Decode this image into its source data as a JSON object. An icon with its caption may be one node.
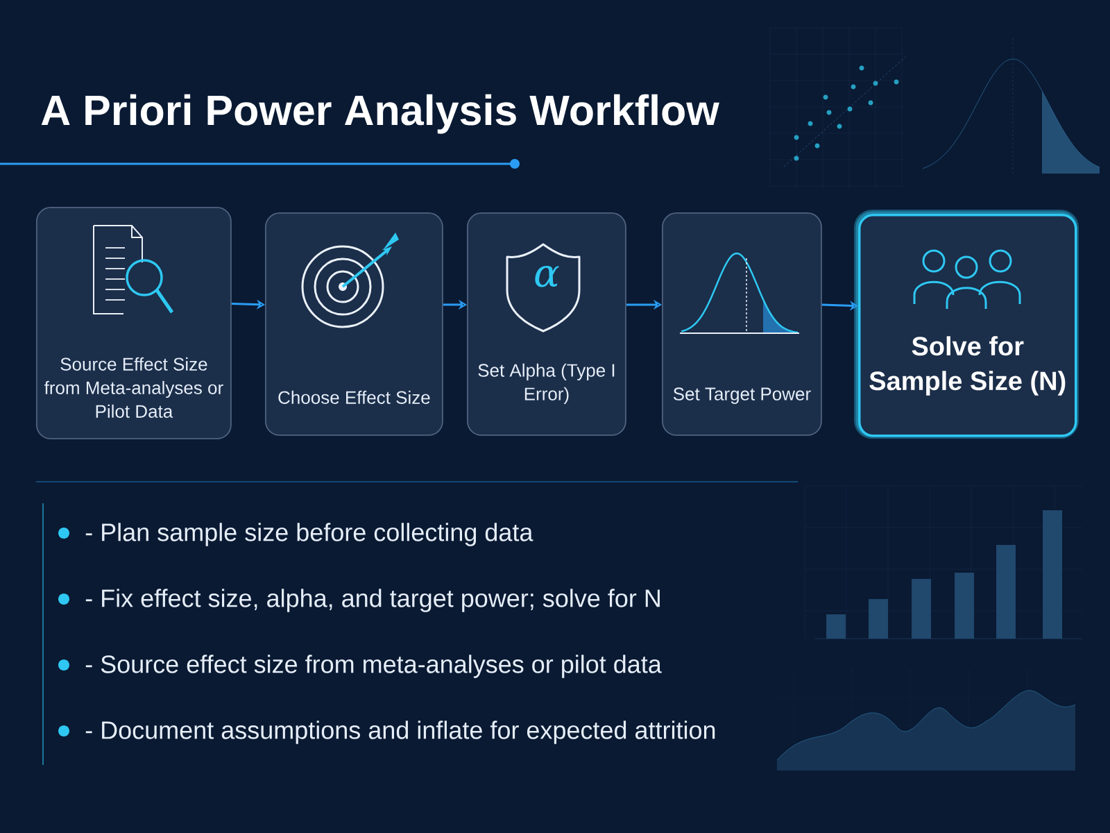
{
  "diagram": {
    "title": "A Priori Power Analysis Workflow",
    "nodes": [
      {
        "text": [
          "Source Effect Size from Meta-analyses or Pilot Data"
        ]
      },
      {
        "text": [
          "Choose Effect Size"
        ]
      },
      {
        "text": [
          "α",
          "Set Alpha (Type I Error)"
        ]
      },
      {
        "text": [
          "Set Target Power"
        ]
      },
      {
        "text": [
          "Solve for Sample Size (N)"
        ]
      }
    ],
    "edges": [
      {
        "from": 0,
        "to": 1,
        "arrow": "to"
      },
      {
        "from": 1,
        "to": 2,
        "arrow": "to"
      },
      {
        "from": 2,
        "to": 3,
        "arrow": "to"
      },
      {
        "from": 3,
        "to": 4,
        "arrow": "to"
      }
    ],
    "labels": [
      "- Plan sample size before collecting data",
      "- Fix effect size, alpha, and target power; solve for N",
      "- Source effect size from meta-analyses or pilot data",
      "- Document assumptions and inflate for expected attrition"
    ]
  }
}
